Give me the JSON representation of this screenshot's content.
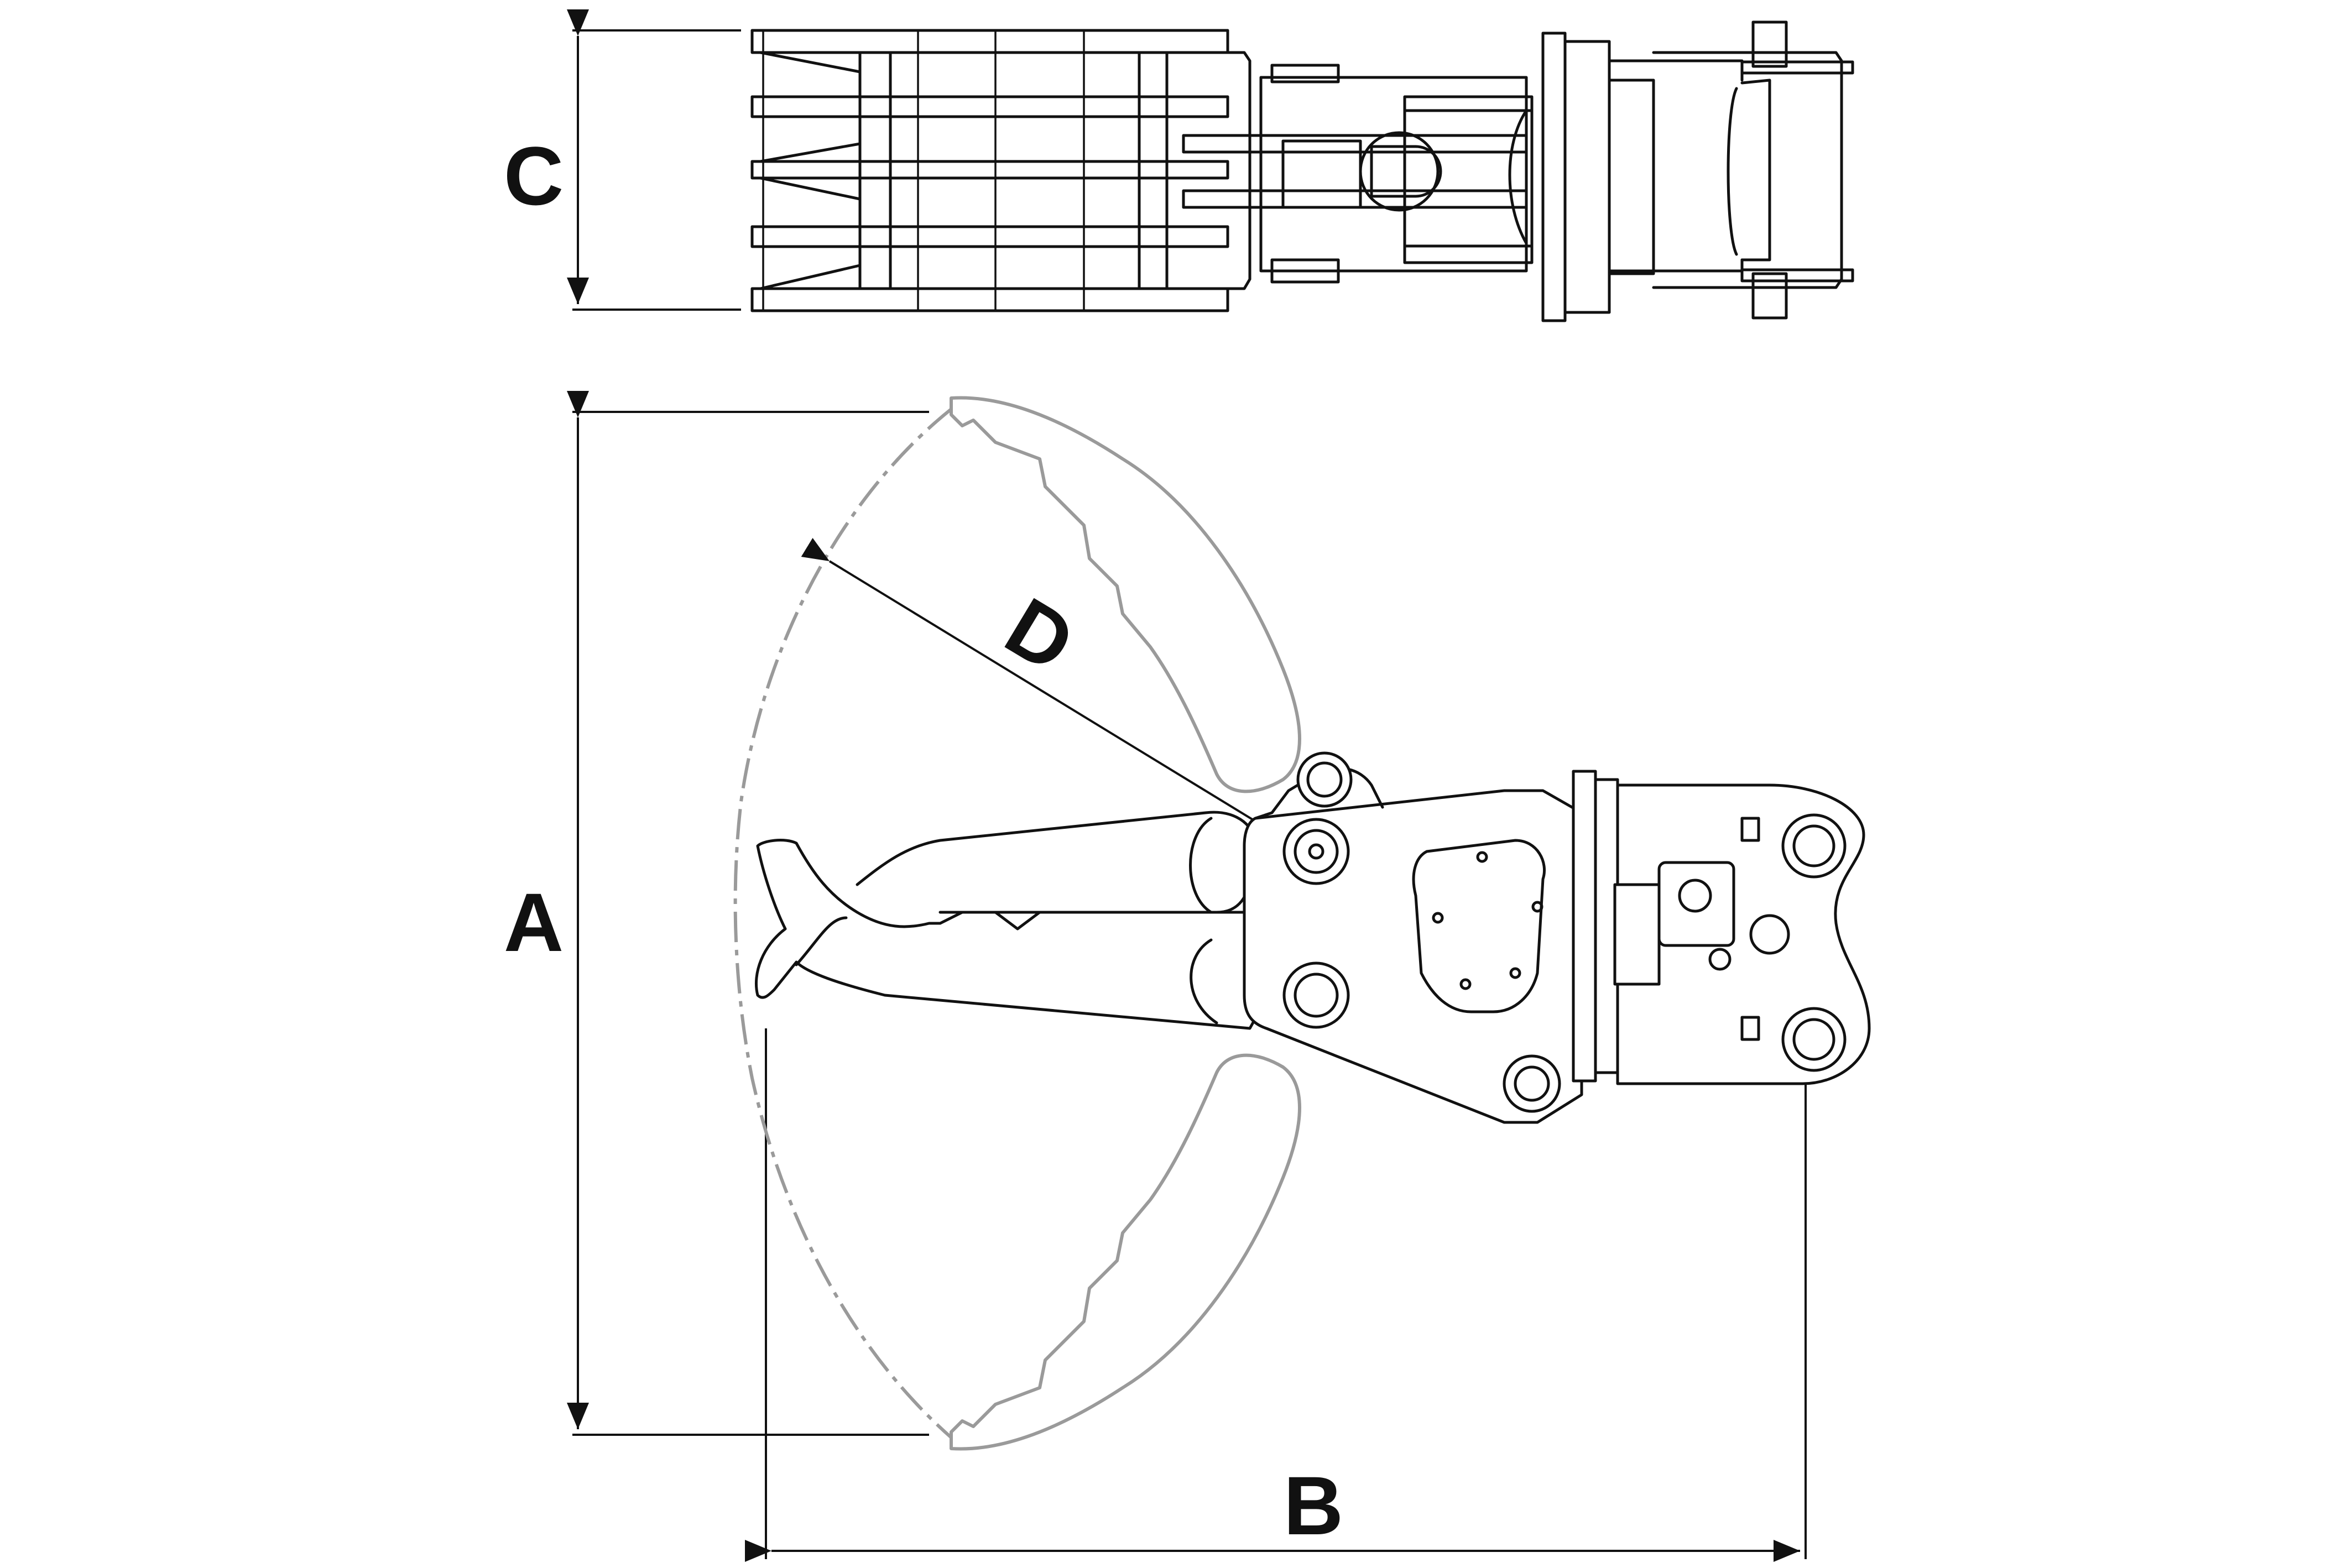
{
  "dimensions": {
    "a": "A",
    "b": "B",
    "c": "C",
    "d": "D"
  },
  "colors": {
    "line": "#111111",
    "ghost_outline": "#9a9a9a",
    "background": "#ffffff"
  }
}
